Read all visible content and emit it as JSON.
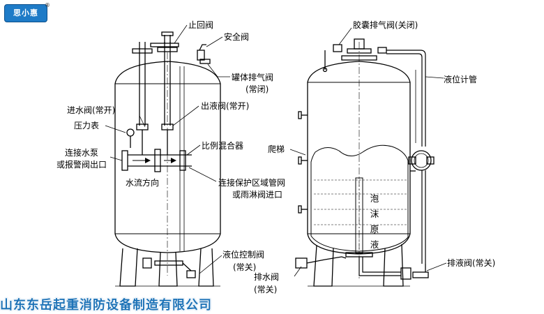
{
  "logo": {
    "text": "思小惠",
    "mark": "®"
  },
  "labels": {
    "check_valve": "止回阀",
    "safety_valve": "安全阀",
    "tank_vent_valve_1": "罐体排气阀",
    "tank_vent_valve_2": "(常闭)",
    "inlet_valve": "进水阀(常开)",
    "pressure_gauge": "压力表",
    "outlet_valve": "出液阀(常开)",
    "proportional_mixer": "比例混合器",
    "connect_pump_1": "连接水泵",
    "connect_pump_2": "或报警阀出口",
    "water_flow_dir": "水流方向",
    "connect_pipe_1": "连接保护区域管网",
    "connect_pipe_2": "或雨淋阀进口",
    "level_ctrl_valve_1": "液位控制阀",
    "level_ctrl_valve_2": "(常关)",
    "drain_water_valve_1": "排水阀",
    "drain_water_valve_2": "(常关)",
    "bladder_vent_valve": "胶囊排气阀(关闭)",
    "level_gauge_pipe": "液位计管",
    "ladder": "爬梯",
    "foam_liquid": [
      "泡",
      "沫",
      "原",
      "液"
    ],
    "drain_liquid_valve": "排液阀(常关)"
  },
  "footer": "山东东岳起重消防设备制造有限公司",
  "colors": {
    "line": "#000000",
    "footer": "#1e73b7",
    "logo": "#1e7bc7"
  }
}
